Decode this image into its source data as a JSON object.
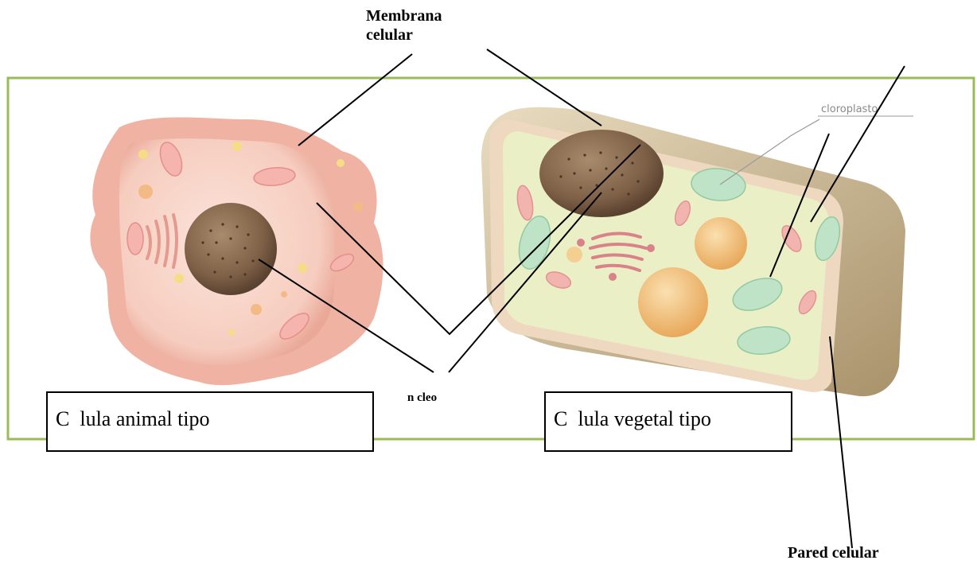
{
  "labels": {
    "membrane": "Membrana\ncelular",
    "membrane_line1": "Membrana",
    "membrane_line2": "celular",
    "nucleus": "n cleo",
    "cell_wall": "Pared celular",
    "chloroplast": "cloroplasto"
  },
  "captions": {
    "animal": "C  lula animal tipo",
    "plant": "C  lula vegetal tipo"
  },
  "colors": {
    "frame_border": "#9bbb59",
    "animal_membrane": "#f0b7a8",
    "animal_cytoplasm": "#f8d9cf",
    "nucleus": "#8b6f55",
    "plant_wall": "#b8a47a",
    "plant_cytoplasm": "#eef0c8",
    "chloroplast": "#bfe3c8",
    "vacuole": "#f2c27a"
  }
}
